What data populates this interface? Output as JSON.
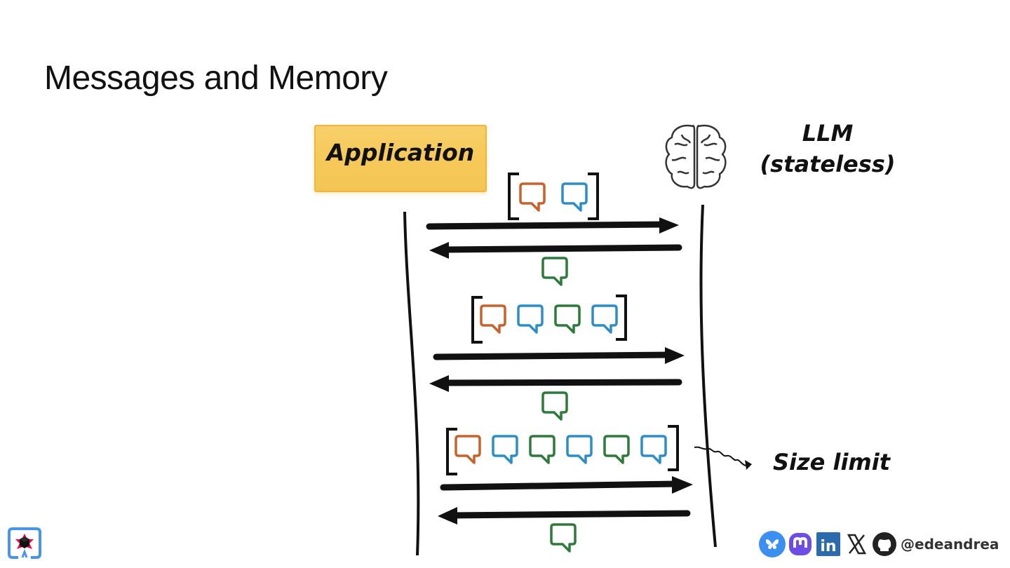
{
  "slide": {
    "title": "Messages and Memory"
  },
  "diagram": {
    "application_label": "Application",
    "llm_label_line1": "LLM",
    "llm_label_line2": "(stateless)",
    "size_limit_label": "Size limit",
    "colors": {
      "application_fill": "#f6c959",
      "system_message": "#c8612a",
      "user_message": "#2b8ec8",
      "assistant_message": "#2d7a3a",
      "line": "#111111"
    },
    "exchanges": [
      {
        "request": [
          "system",
          "user"
        ],
        "response": [
          "assistant"
        ]
      },
      {
        "request": [
          "system",
          "user",
          "assistant",
          "user"
        ],
        "response": [
          "assistant"
        ]
      },
      {
        "request": [
          "system",
          "user",
          "assistant",
          "user",
          "assistant",
          "user"
        ],
        "response": [
          "assistant"
        ]
      }
    ],
    "icons": [
      "brain-icon",
      "speech-bubble-icon",
      "arrow-right-icon",
      "arrow-left-icon",
      "squiggle-arrow-icon"
    ]
  },
  "footer": {
    "logo": "quarkus-langchain-logo-icon",
    "socials": [
      "bluesky-icon",
      "mastodon-icon",
      "linkedin-icon",
      "x-icon",
      "github-icon"
    ],
    "handle": "@edeandrea"
  }
}
